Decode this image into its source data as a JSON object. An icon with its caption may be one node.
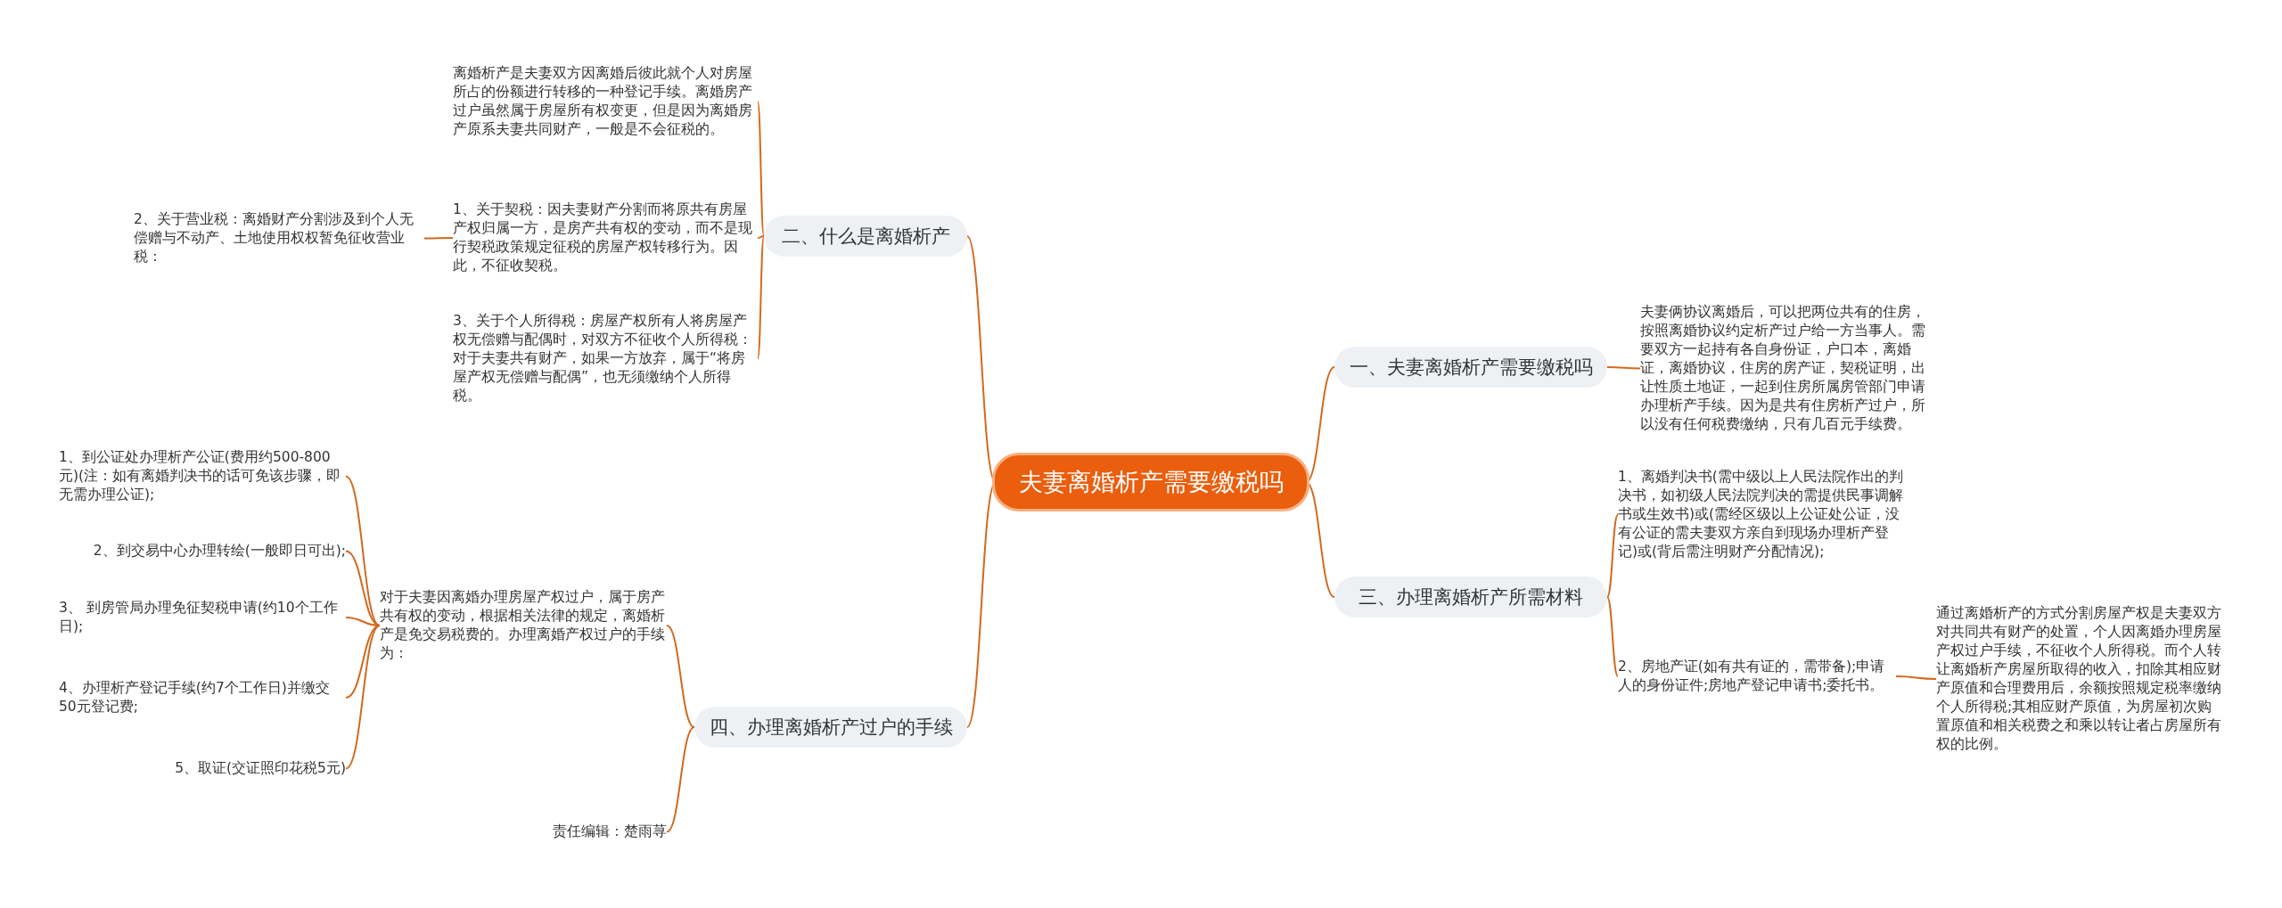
{
  "diagram": {
    "nodes": [
      {
        "text": [
          "夫妻离婚析产需要缴税吗"
        ]
      },
      {
        "text": [
          "一、夫妻离婚析产需要缴税吗"
        ]
      },
      {
        "text": [
          "夫妻俩协议离婚后，可以把两位共有的住房，按照离婚协议约定析产过户给一方当事人。需要双方一起持有各自身份证，户口本，离婚证，离婚协议，住房的房产证，契税证明，出让性质土地证，一起到住房所属房管部门申请办理析产手续。因为是共有住房析产过户，所以没有任何税费缴纳，只有几百元手续费。"
        ]
      },
      {
        "text": [
          "三、办理离婚析产所需材料"
        ]
      },
      {
        "text": [
          "1、离婚判决书(需中级以上人民法院作出的判决书，如初级人民法院判决的需提供民事调解书或生效书)或(需经区级以上公证处公证，没有公证的需夫妻双方亲自到现场办理析产登记)或(背后需注明财产分配情况);"
        ]
      },
      {
        "text": [
          "2、房地产证(如有共有证的，需带备);申请人的身份证件;房地产登记申请书;委托书。"
        ]
      },
      {
        "text": [
          "通过离婚析产的方式分割房屋产权是夫妻双方对共同共有财产的处置，个人因离婚办理房屋产权过户手续，不征收个人所得税。而个人转让离婚析产房屋所取得的收入，扣除其相应财产原值和合理费用后，余额按照规定税率缴纳个人所得税;其相应财产原值，为房屋初次购置原值和相关税费之和乘以转让者占房屋所有权的比例。"
        ]
      },
      {
        "text": [
          "二、什么是离婚析产"
        ]
      },
      {
        "text": [
          "离婚析产是夫妻双方因离婚后彼此就个人对房屋所占的份额进行转移的一种登记手续。离婚房产过户虽然属于房屋所有权变更，但是因为离婚房产原系夫妻共同财产，一般是不会征税的。"
        ]
      },
      {
        "text": [
          "1、关于契税：因夫妻财产分割而将原共有房屋产权归属一方，是房产共有权的变动，而不是现行契税政策规定征税的房屋产权转移行为。因此，不征收契税。"
        ]
      },
      {
        "text": [
          "2、关于营业税：离婚财产分割涉及到个人无偿赠与不动产、土地使用权权暂免征收营业税："
        ]
      },
      {
        "text": [
          "3、关于个人所得税：房屋产权所有人将房屋产权无偿赠与配偶时，对双方不征收个人所得税：对于夫妻共有财产，如果一方放弃，属于“将房屋产权无偿赠与配偶”，也无须缴纳个人所得税。"
        ]
      },
      {
        "text": [
          "四、办理离婚析产过户的手续"
        ]
      },
      {
        "text": [
          "对于夫妻因离婚办理房屋产权过户，属于房产共有权的变动，根据相关法律的规定，离婚析产是免交易税费的。办理离婚产权过户的手续为："
        ]
      },
      {
        "text": [
          "1、到公证处办理析产公证(费用约500-800元)(注：如有离婚判决书的话可免该步骤，即无需办理公证);"
        ]
      },
      {
        "text": [
          "2、到交易中心办理转绘(一般即日可出);"
        ]
      },
      {
        "text": [
          "3、 到房管局办理免征契税申请(约10个工作日);"
        ]
      },
      {
        "text": [
          "4、办理析产登记手续(约7个工作日)并缴交50元登记费;"
        ]
      },
      {
        "text": [
          "5、取证(交证照印花税5元)"
        ]
      },
      {
        "text": [
          "责任编辑：楚雨荨"
        ]
      }
    ],
    "edges": [
      {
        "from": 0,
        "to": 1,
        "arrow": "none"
      },
      {
        "from": 1,
        "to": 2,
        "arrow": "none"
      },
      {
        "from": 0,
        "to": 3,
        "arrow": "none"
      },
      {
        "from": 3,
        "to": 4,
        "arrow": "none"
      },
      {
        "from": 3,
        "to": 5,
        "arrow": "none"
      },
      {
        "from": 5,
        "to": 6,
        "arrow": "none"
      },
      {
        "from": 0,
        "to": 7,
        "arrow": "none"
      },
      {
        "from": 7,
        "to": 8,
        "arrow": "none"
      },
      {
        "from": 7,
        "to": 9,
        "arrow": "none"
      },
      {
        "from": 9,
        "to": 10,
        "arrow": "none"
      },
      {
        "from": 7,
        "to": 11,
        "arrow": "none"
      },
      {
        "from": 0,
        "to": 12,
        "arrow": "none"
      },
      {
        "from": 12,
        "to": 13,
        "arrow": "none"
      },
      {
        "from": 13,
        "to": 14,
        "arrow": "none"
      },
      {
        "from": 13,
        "to": 15,
        "arrow": "none"
      },
      {
        "from": 13,
        "to": 16,
        "arrow": "none"
      },
      {
        "from": 13,
        "to": 17,
        "arrow": "none"
      },
      {
        "from": 13,
        "to": 18,
        "arrow": "none"
      },
      {
        "from": 12,
        "to": 19,
        "arrow": "none"
      }
    ]
  }
}
